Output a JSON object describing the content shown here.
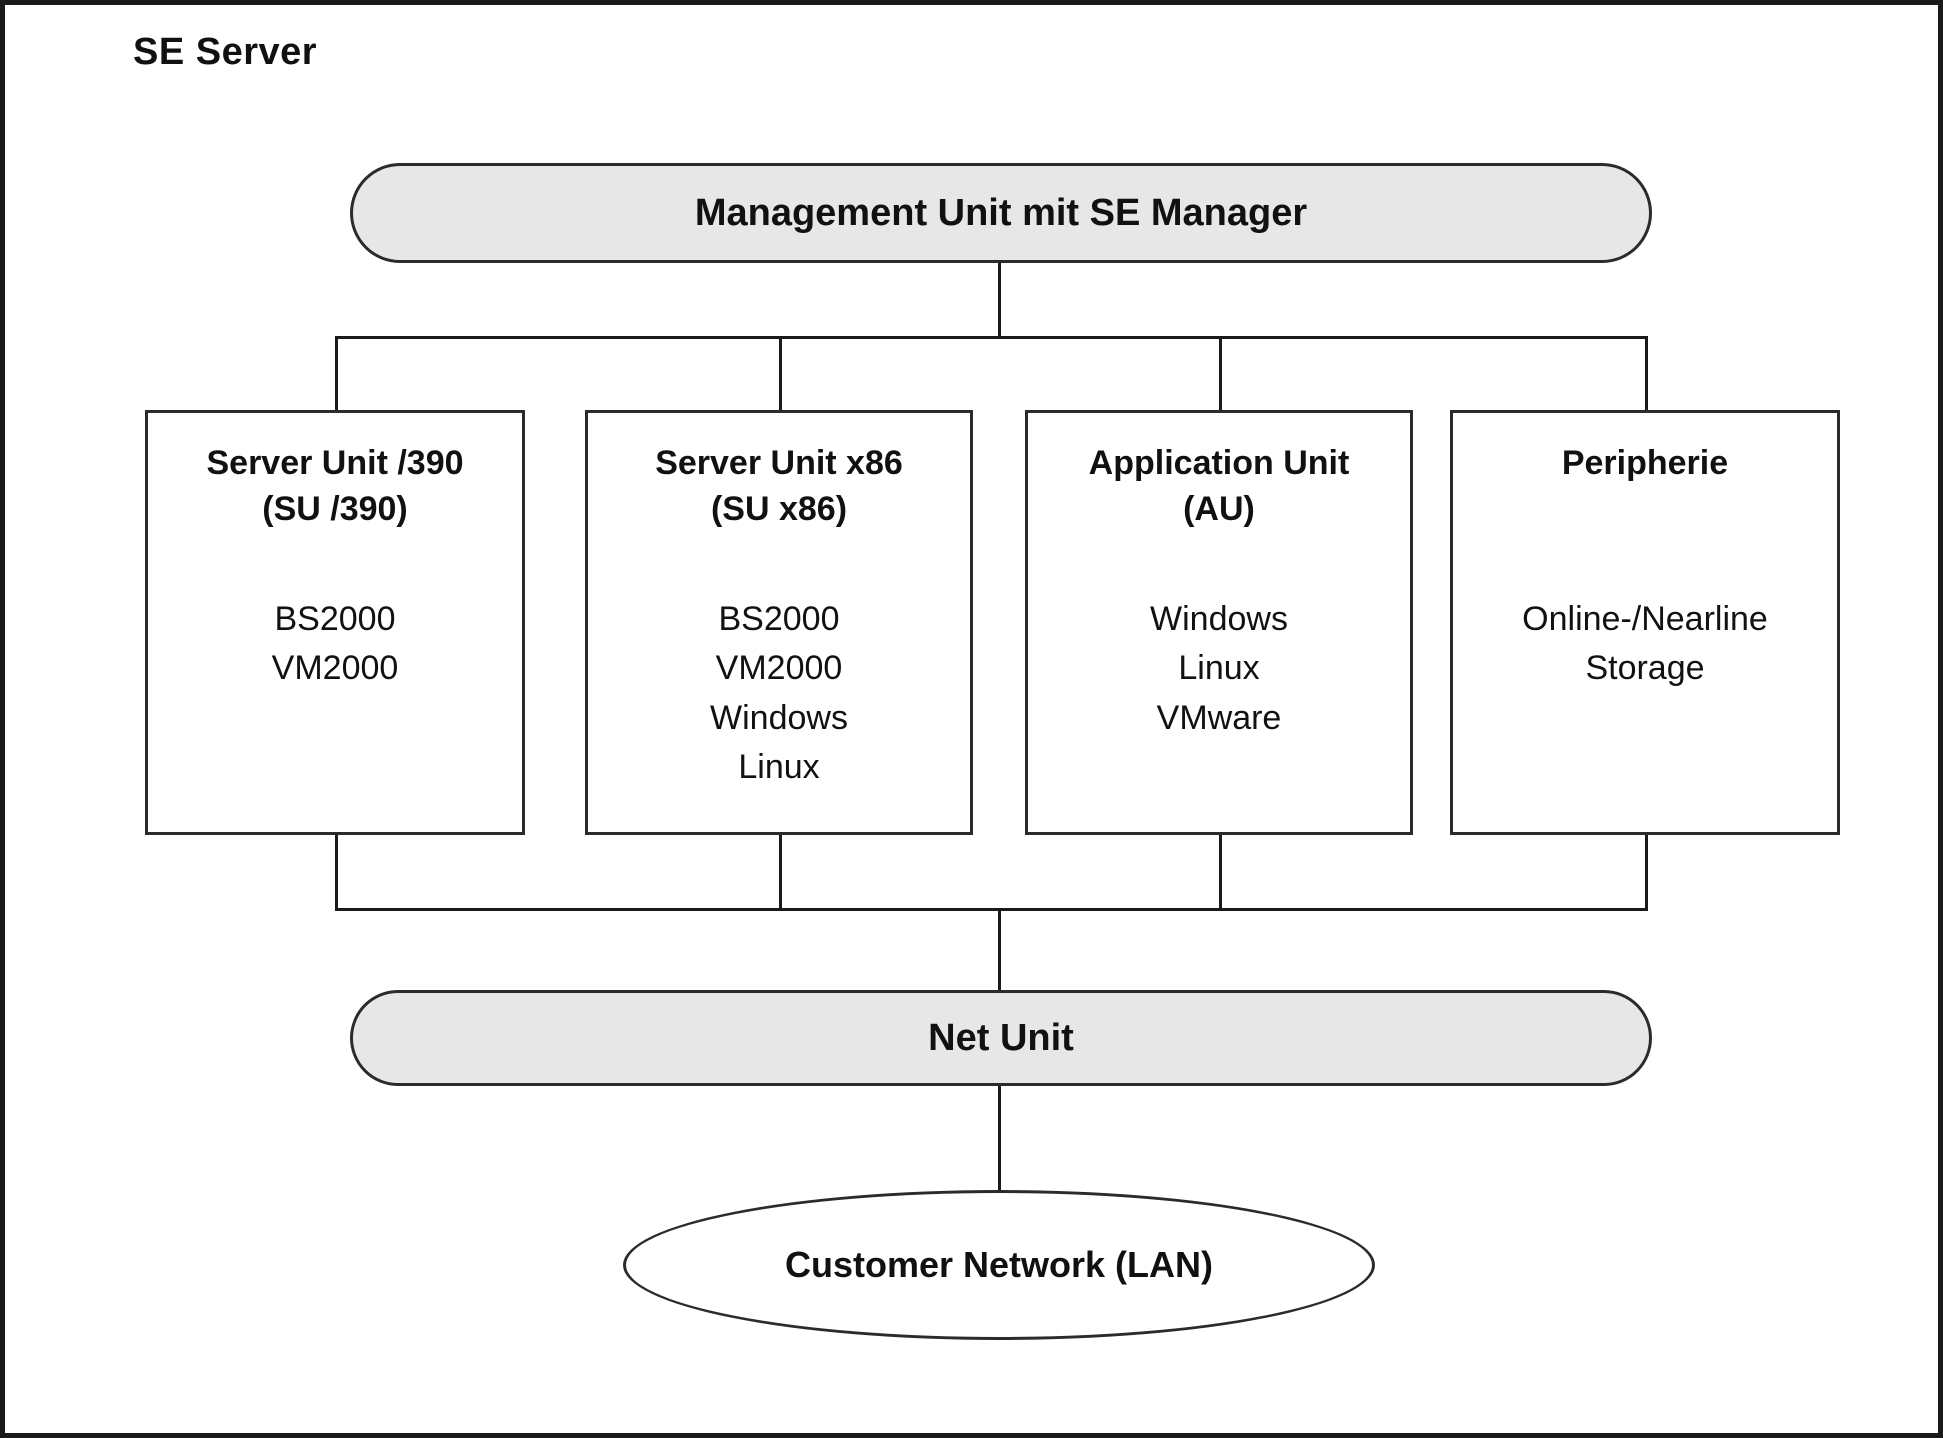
{
  "diagram": {
    "title": "SE Server",
    "management_unit": {
      "label": "Management Unit mit SE Manager"
    },
    "units": [
      {
        "id": "su390",
        "title_lines": [
          "Server Unit /390",
          "(SU /390)"
        ],
        "items": [
          "BS2000",
          "VM2000"
        ]
      },
      {
        "id": "sux86",
        "title_lines": [
          "Server Unit x86",
          "(SU x86)"
        ],
        "items": [
          "BS2000",
          "VM2000",
          "Windows",
          "Linux"
        ]
      },
      {
        "id": "au",
        "title_lines": [
          "Application Unit",
          "(AU)"
        ],
        "items": [
          "Windows",
          "Linux",
          "VMware"
        ]
      },
      {
        "id": "peripherie",
        "title_lines": [
          "Peripherie"
        ],
        "items": [
          "Online-/Nearline",
          "Storage"
        ]
      }
    ],
    "net_unit": {
      "label": "Net Unit"
    },
    "customer_network": {
      "label": "Customer Network (LAN)"
    },
    "colors": {
      "pill_fill": "#e7e7e7",
      "border": "#2b2b2b",
      "line": "#1a1a1a",
      "background": "#ffffff"
    }
  }
}
